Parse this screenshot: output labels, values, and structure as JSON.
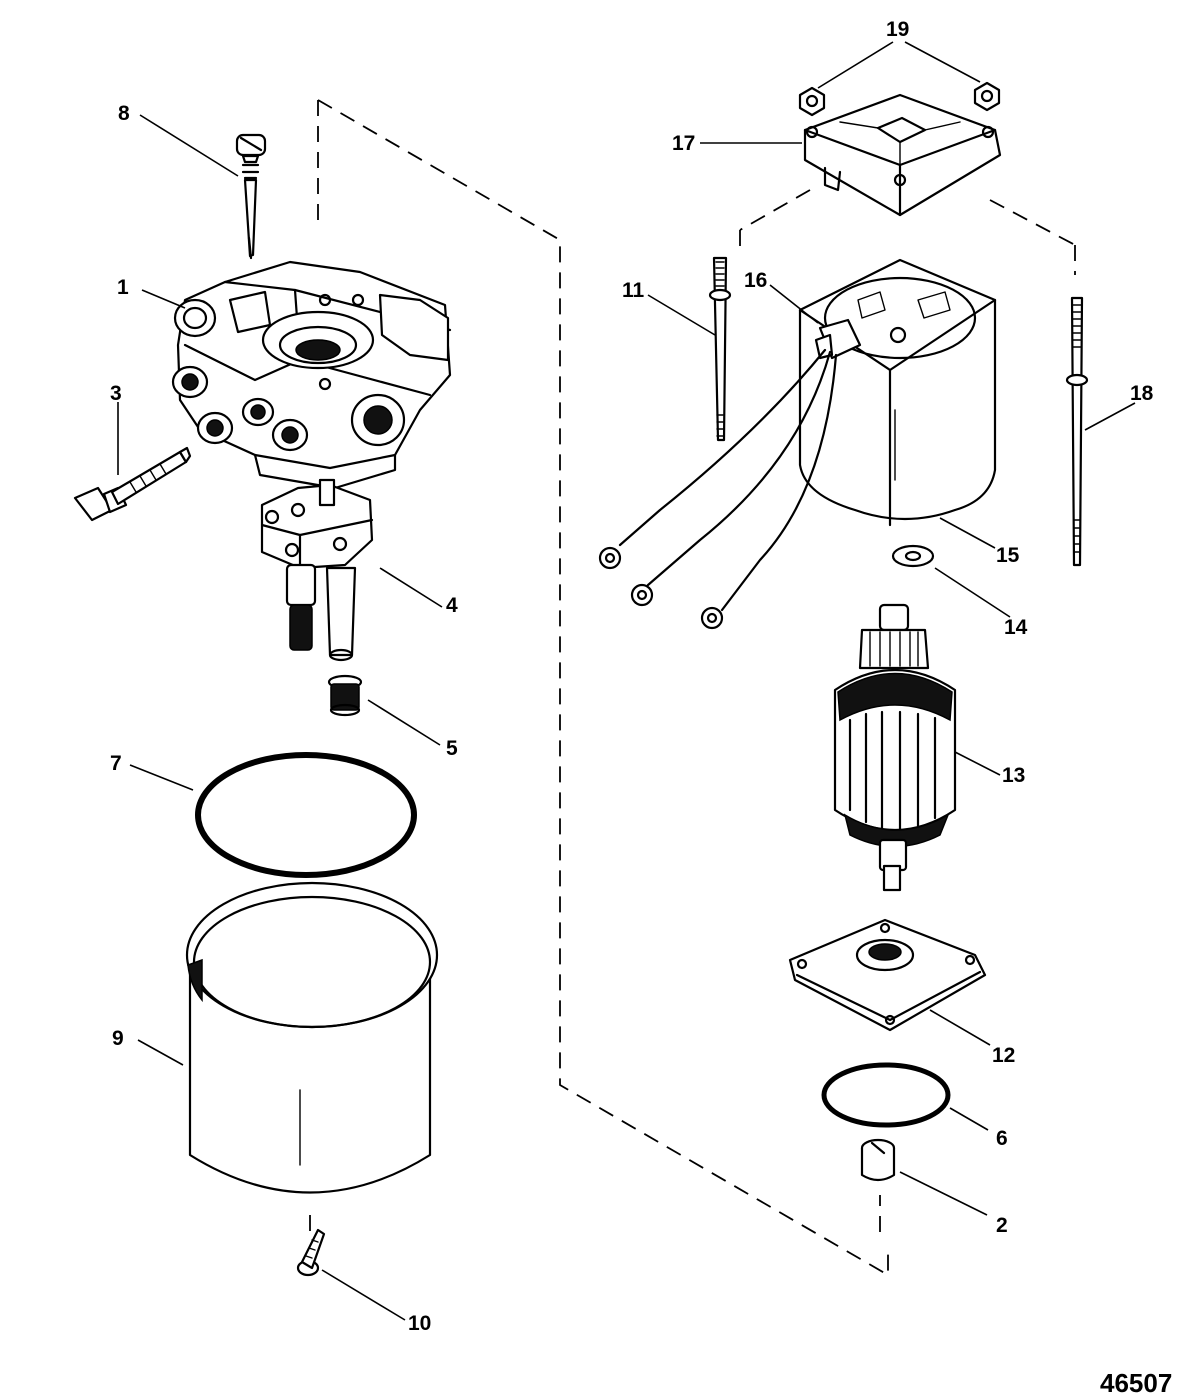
{
  "figure_number": "46507",
  "callouts": {
    "c1": "1",
    "c2": "2",
    "c3": "3",
    "c4": "4",
    "c5": "5",
    "c6": "6",
    "c7": "7",
    "c8": "8",
    "c9": "9",
    "c10": "10",
    "c11": "11",
    "c12": "12",
    "c13": "13",
    "c14": "14",
    "c15": "15",
    "c16": "16",
    "c17": "17",
    "c18": "18",
    "c19": "19"
  }
}
